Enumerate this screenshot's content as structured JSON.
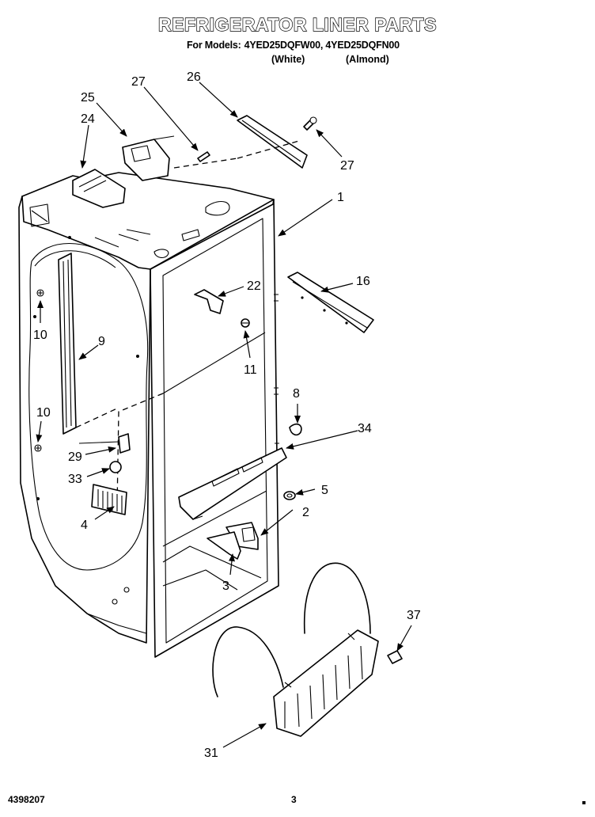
{
  "header": {
    "title": "REFRIGERATOR LINER PARTS",
    "models_label": "For Models:",
    "models": "4YED25DQFW00, 4YED25DQFN00",
    "variant_white": "(White)",
    "variant_almond": "(Almond)"
  },
  "footer": {
    "doc_number": "4398207",
    "page_number": "3"
  },
  "callouts": {
    "c1": "1",
    "c2": "2",
    "c3": "3",
    "c4": "4",
    "c5": "5",
    "c8": "8",
    "c9": "9",
    "c10a": "10",
    "c10b": "10",
    "c11": "11",
    "c16": "16",
    "c22": "22",
    "c24": "24",
    "c25": "25",
    "c26": "26",
    "c27a": "27",
    "c27b": "27",
    "c29": "29",
    "c31": "31",
    "c33": "33",
    "c34": "34",
    "c37": "37"
  }
}
